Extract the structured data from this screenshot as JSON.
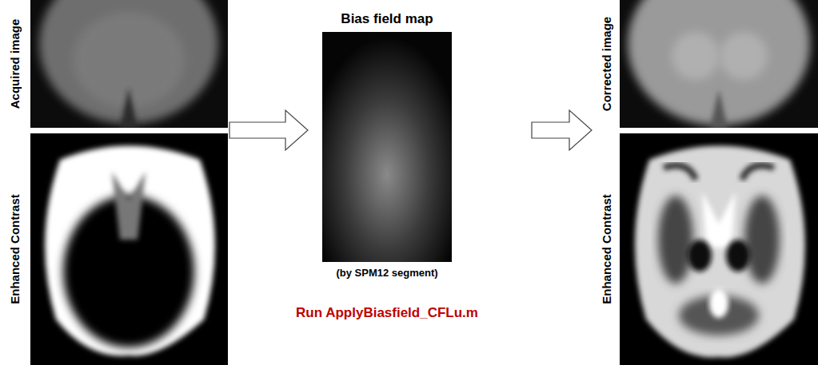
{
  "diagram": {
    "nodes": [
      {
        "text": [
          "Acquired image"
        ]
      },
      {
        "text": [
          "Enhanced Contrast"
        ]
      },
      {
        "text": [
          "Bias field map",
          "(by SPM12 segment)"
        ]
      },
      {
        "text": [
          "Corrected image"
        ]
      },
      {
        "text": [
          "Enhanced Contrast"
        ]
      }
    ],
    "edges": [
      {
        "from": 0,
        "to": 2,
        "arrow": "to"
      },
      {
        "from": 2,
        "to": 3,
        "arrow": "to"
      }
    ],
    "labels": [
      "Run ApplyBiasfield_CFLu.m"
    ]
  }
}
